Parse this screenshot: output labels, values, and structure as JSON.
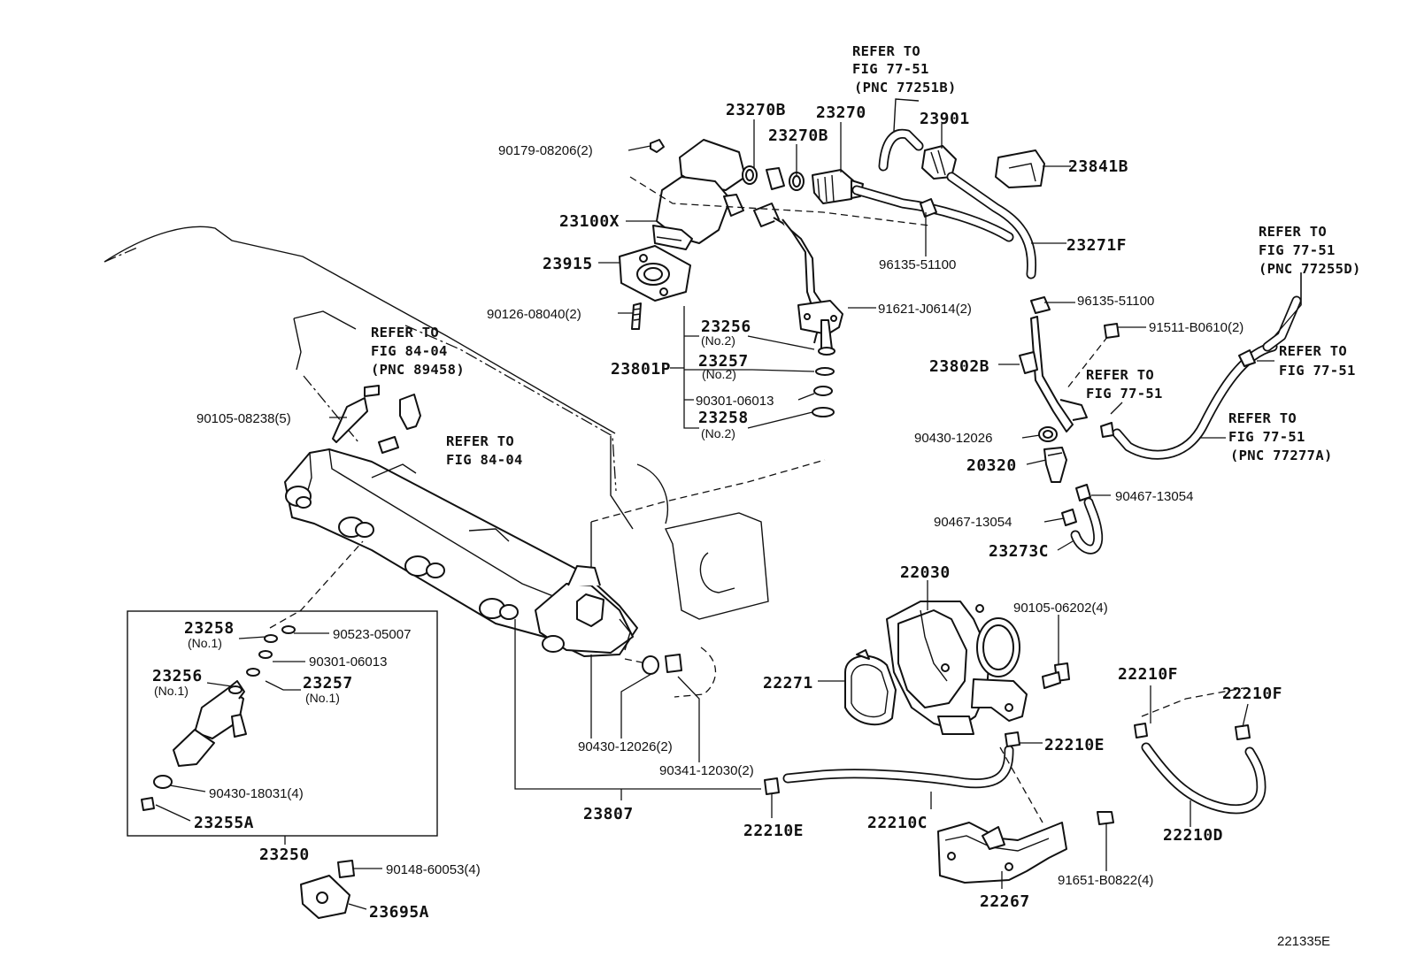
{
  "labels": {
    "refer_77_51_b": [
      "REFER TO",
      "FIG 77-51",
      "(PNC 77251B)"
    ],
    "refer_77_51_d": [
      "REFER TO",
      "FIG 77-51",
      "(PNC 77255D)"
    ],
    "refer_77_51_a": [
      "REFER TO",
      "FIG 77-51"
    ],
    "refer_77_51_c": [
      "REFER TO",
      "FIG 77-51"
    ],
    "refer_77_51_e": [
      "REFER TO",
      "FIG 77-51",
      "(PNC 77277A)"
    ],
    "refer_84_04_a": [
      "REFER TO",
      "FIG 84-04",
      "(PNC 89458)"
    ],
    "refer_84_04_b": [
      "REFER TO",
      "FIG 84-04"
    ],
    "p23270b_a": "23270B",
    "p23270": "23270",
    "p23270b_b": "23270B",
    "p23901": "23901",
    "p23841b": "23841B",
    "p90179": "90179-08206(2)",
    "p23100x": "23100X",
    "p23271f": "23271F",
    "p23915": "23915",
    "p96135_a": "96135-51100",
    "p96135_b": "96135-51100",
    "p90126": "90126-08040(2)",
    "p91621": "91621-J0614(2)",
    "p91511": "91511-B0610(2)",
    "p23256_a": "23256",
    "p23256_a_sub": "(No.2)",
    "p23257_a": "23257",
    "p23257_a_sub": "(No.2)",
    "p23801p": "23801P",
    "p90301_a": "90301-06013",
    "p23258_a": "23258",
    "p23258_a_sub": "(No.2)",
    "p23802b": "23802B",
    "p90105_08238": "90105-08238(5)",
    "p90430_12026": "90430-12026",
    "p20320": "20320",
    "p90467_a": "90467-13054",
    "p90467_b": "90467-13054",
    "p23273c": "23273C",
    "p22030": "22030",
    "p90105_06202": "90105-06202(4)",
    "p23258_b": "23258",
    "p23258_b_sub": "(No.1)",
    "p90523": "90523-05007",
    "p90301_b": "90301-06013",
    "p23256_b": "23256",
    "p23256_b_sub": "(No.1)",
    "p23257_b": "23257",
    "p23257_b_sub": "(No.1)",
    "p22271": "22271",
    "p22210f_a": "22210F",
    "p22210f_b": "22210F",
    "p22210e_a": "22210E",
    "p90430_12026_2": "90430-12026(2)",
    "p90430_18031": "90430-18031(4)",
    "p90341": "90341-12030(2)",
    "p23255a": "23255A",
    "p23807": "23807",
    "p22210e_b": "22210E",
    "p22210c": "22210C",
    "p22210d": "22210D",
    "p23250": "23250",
    "p90148": "90148-60053(4)",
    "p91651": "91651-B0822(4)",
    "p23695a": "23695A",
    "p22267": "22267",
    "code": "221335E"
  }
}
